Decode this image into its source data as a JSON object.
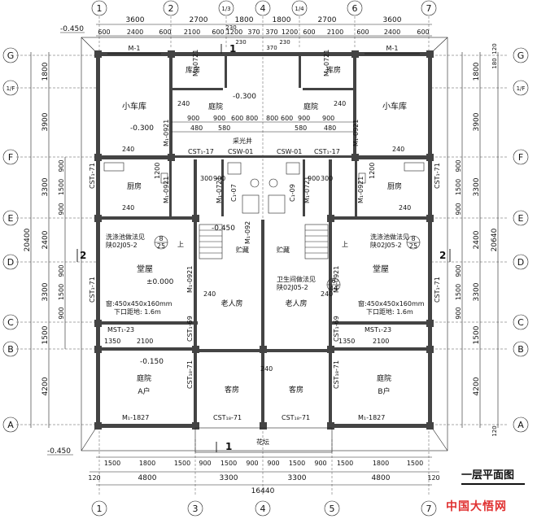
{
  "plan": {
    "title": "一层平面图",
    "watermark": "中国大悟网",
    "grid_top": [
      "1",
      "2",
      "1/3",
      "4",
      "1/4",
      "6",
      "7"
    ],
    "grid_bottom": [
      "1",
      "3",
      "4",
      "5",
      "7"
    ],
    "grid_left": [
      "G",
      "1/F",
      "F",
      "E",
      "D",
      "C",
      "B",
      "A"
    ],
    "grid_right": [
      "G",
      "1/F",
      "F",
      "E",
      "D",
      "C",
      "B",
      "A"
    ],
    "dims_top_row1": [
      "3600",
      "2700",
      "1800",
      "1800",
      "2700",
      "3600"
    ],
    "dims_top_row2": [
      "600",
      "2400",
      "600",
      "2100",
      "600",
      "1200",
      "370",
      "370",
      "1200",
      "600",
      "2100",
      "600",
      "2400",
      "600"
    ],
    "dims_top_extra": [
      "230",
      "230",
      "370",
      "230"
    ],
    "dims_bottom_row1": [
      "1500",
      "1800",
      "1500",
      "900",
      "1500",
      "900",
      "900",
      "1500",
      "900",
      "1500",
      "1800",
      "1500"
    ],
    "dims_bottom_row2": [
      "120",
      "4800",
      "3300",
      "3300",
      "4800",
      "120"
    ],
    "dims_bottom_total": "16440",
    "dims_left_outer": [
      "1800",
      "3900",
      "3300",
      "2400",
      "3300",
      "1500",
      "4200"
    ],
    "dims_left_inner": [
      "900",
      "1500",
      "900",
      "900",
      "1500",
      "900"
    ],
    "dims_left_total": "20400",
    "dims_right_outer": [
      "1800",
      "3900",
      "3300",
      "2400",
      "3300",
      "1500",
      "4200"
    ],
    "dims_right_inner": [
      "900",
      "1500",
      "900",
      "900",
      "1500",
      "900"
    ],
    "dims_right_top": [
      "120",
      "180"
    ],
    "dims_right_bottom": "120",
    "dims_right_total": "20640",
    "elevations": [
      "-0.450",
      "-0.450",
      "-0.300",
      "-0.300",
      "-0.450",
      "±0.000",
      "-0.150"
    ],
    "section_marks": [
      "1",
      "1",
      "2",
      "2"
    ],
    "rooms": {
      "garage": "小车库",
      "storage": "库房",
      "courtyard": "庭院",
      "kitchen": "厨房",
      "hall": "堂屋",
      "elder": "老人房",
      "guest": "客房",
      "patio": "庭院",
      "unit_a": "A户",
      "unit_b": "B户",
      "lightwell": "采光井",
      "storage2": "贮藏",
      "stage": "花坛"
    },
    "doors": {
      "garage_door": "M-1",
      "m0721": "M₁-0721",
      "m0921": "M₁-0921",
      "m1827": "M₁-1827",
      "c17": "CST₁-17",
      "c01": "CSW-01",
      "c71": "CST₁-71",
      "cst71": "CST₁₈-71",
      "mst23": "MST₁-23",
      "cst69": "CST₁-69",
      "cst07": "C₁-07",
      "cst09": "C₁-09",
      "m0092": "M₁-092"
    },
    "annotations": {
      "wash_basin": "洗涤池做法见",
      "wash_basin_ref": "陕02J05-2",
      "toilet_basin": "卫生间做法见",
      "toilet_basin_ref": "陕02J05-2",
      "circle_bottom_a": "25",
      "circle_top_a": "8",
      "circle_bottom_b": "44",
      "circle_top_b": "6",
      "circle_bottom_c": "25",
      "circle_top_c": "8",
      "platform": "窗:450x450x160mm",
      "platform_height": "下口距地: 1.6m",
      "up": "上",
      "dim_240": "240",
      "dim_900": "900",
      "dim_480": "480",
      "dim_580": "580",
      "dim_600": "600",
      "dim_800": "800",
      "dim_300": "300",
      "dim_1200": "1200",
      "dim_1350": "1350",
      "dim_2100": "2100"
    }
  }
}
